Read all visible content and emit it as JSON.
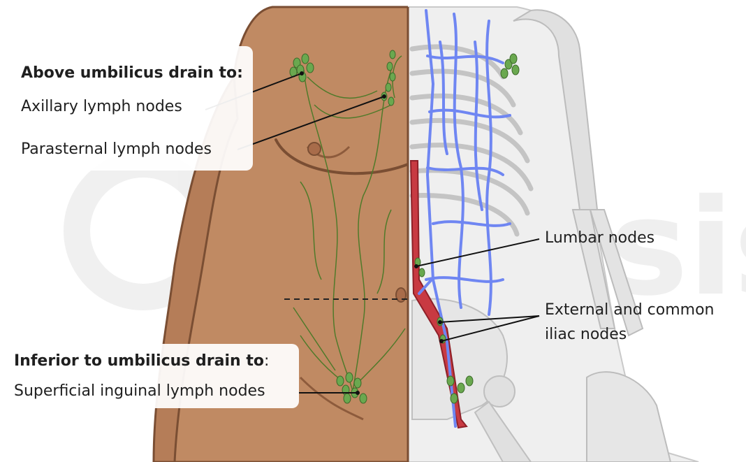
{
  "watermark": "osmosis.org",
  "labels": {
    "above_heading": "Above umbilicus drain to:",
    "axillary": "Axillary lymph nodes",
    "parasternal": "Parasternal lymph nodes",
    "lumbar": "Lumbar nodes",
    "iliac_line1": "External and common",
    "iliac_line2": "iliac nodes",
    "inferior_heading_bold": "Inferior to umbilicus drain to",
    "inferior_heading_colon": ":",
    "inguinal": "Superficial inguinal lymph nodes"
  },
  "colors": {
    "skin": "#c08a63",
    "skin_outline": "#7a4e33",
    "skeleton": "#e4e4e4",
    "lymph_node": "#6aa84f",
    "lymph_vessel": "#4f7a2a",
    "vein": "#6f86f2",
    "artery": "#c83a42"
  }
}
